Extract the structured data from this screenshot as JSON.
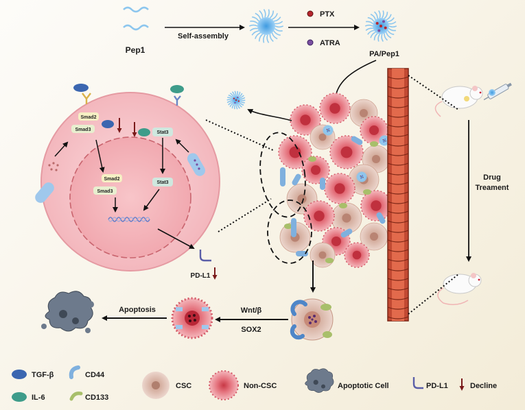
{
  "top": {
    "pep1": "Pep1",
    "self_assembly": "Self-assembly",
    "ptx": "PTX",
    "atra": "ATRA",
    "pa_pep1": "PA/Pep1"
  },
  "cell": {
    "smad2_a": "Smad2",
    "smad3_a": "Smad3",
    "smad2_b": "Smad2",
    "smad3_b": "Smad3",
    "stat3_a": "Stat3",
    "stat3_b": "Stat3",
    "pd_l1": "PD-L1"
  },
  "right": {
    "drug_line1": "Drug",
    "drug_line2": "Treament"
  },
  "bottom_flow": {
    "wnt": "Wnt/β",
    "sox2": "SOX2",
    "apoptosis": "Apoptosis"
  },
  "legend": {
    "tgf": "TGF-β",
    "cd44": "CD44",
    "il6": "IL-6",
    "cd133": "CD133",
    "csc": "CSC",
    "noncsc": "Non-CSC",
    "apoptotic": "Apoptotic Cell",
    "pdl1": "PD-L1",
    "decline": "Decline"
  },
  "colors": {
    "tgf": "#3b66b0",
    "cd44": "#7fb0de",
    "il6": "#3e9c8a",
    "cd133": "#a8bf6a",
    "noncsc": "#e8828c",
    "csc": "#dcb4a6",
    "decline": "#7a1a1a",
    "vessel": "#b9442f"
  }
}
